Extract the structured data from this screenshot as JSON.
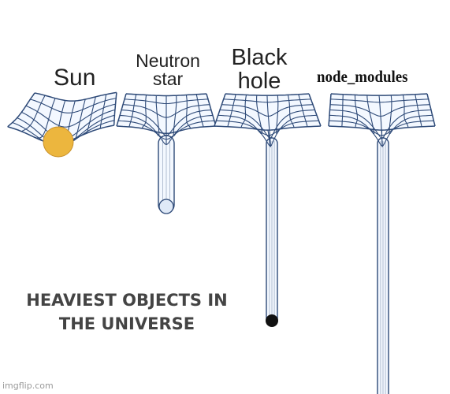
{
  "labels": {
    "sun": "Sun",
    "neutron_star": "Neutron star",
    "black_hole": "Black hole",
    "node_modules": "node_modules"
  },
  "caption": "HEAVIEST OBJECTS IN THE UNIVERSE",
  "watermark": "imgflip.com",
  "colors": {
    "grid_line": "#2e4a78",
    "grid_fill": "#f3f8ff",
    "sun": "#ecb63e",
    "neutron_ball": "#dfe9f7",
    "black_hole_ball": "#111111"
  },
  "icons": {
    "sun": "sun-sphere-icon",
    "neutron": "neutron-star-sphere-icon",
    "black_hole": "black-hole-sphere-icon"
  }
}
